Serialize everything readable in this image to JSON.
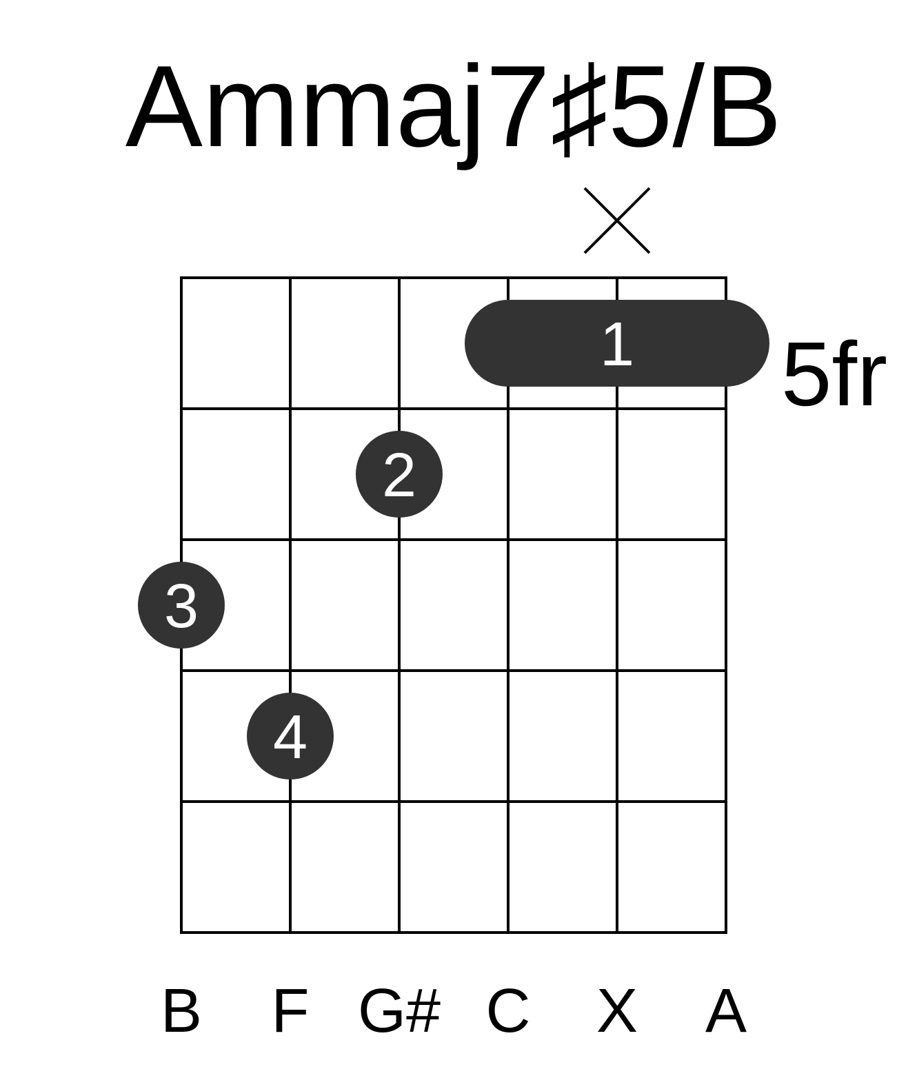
{
  "title": "Ammaj7♯5/B",
  "base_fret_label": "5fr",
  "string_count": 6,
  "fret_count": 5,
  "strings_notes": [
    "B",
    "F",
    "G#",
    "C",
    "X",
    "A"
  ],
  "muted_strings": [
    5
  ],
  "barre": {
    "fret": 1,
    "from_string": 4,
    "to_string": 6,
    "finger": "1"
  },
  "fingers": [
    {
      "string": 3,
      "fret": 2,
      "finger": "2"
    },
    {
      "string": 1,
      "fret": 3,
      "finger": "3"
    },
    {
      "string": 2,
      "fret": 4,
      "finger": "4"
    }
  ],
  "colors": {
    "dot": "#333333",
    "finger_label": "#ffffff",
    "lines": "#000000"
  }
}
